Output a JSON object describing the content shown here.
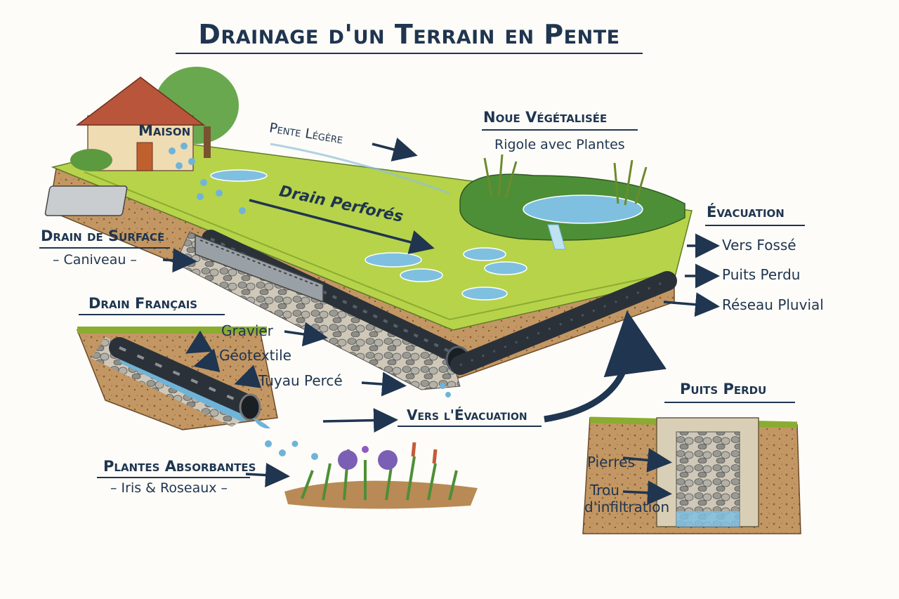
{
  "title": "Drainage d'un Terrain en Pente",
  "labels": {
    "maison": "Maison",
    "pente_legere": "Pente Légère",
    "drain_perfores": "Drain Perforés",
    "noue_title": "Noue Végétalisée",
    "noue_sub": "Rigole avec Plantes",
    "evacuation": "Évacuation",
    "vers_fosse": "Vers Fossé",
    "puits_perdu_out": "Puits Perdu",
    "reseau_pluvial": "Réseau Pluvial",
    "drain_surface": "Drain de Surface",
    "caniveau": "– Caniveau –",
    "drain_francais": "Drain Français",
    "gravier": "Gravier",
    "geotextile": "Géotextile",
    "tuyau_perce": "Tuyau Percé",
    "vers_evacuation": "Vers l'Évacuation",
    "plantes_absorbantes": "Plantes Absorbantes",
    "iris_roseaux": "– Iris & Roseaux –",
    "puits_perdu_title": "Puits Perdu",
    "pierres": "Pierres",
    "trou_line1": "Trou",
    "trou_line2": "d'infiltration"
  },
  "colors": {
    "ink": "#1f3550",
    "grass": "#b7d34a",
    "soil": "#b98a55",
    "pipe": "#2b3138",
    "water": "#6fb4d8",
    "roof": "#b8553a"
  }
}
